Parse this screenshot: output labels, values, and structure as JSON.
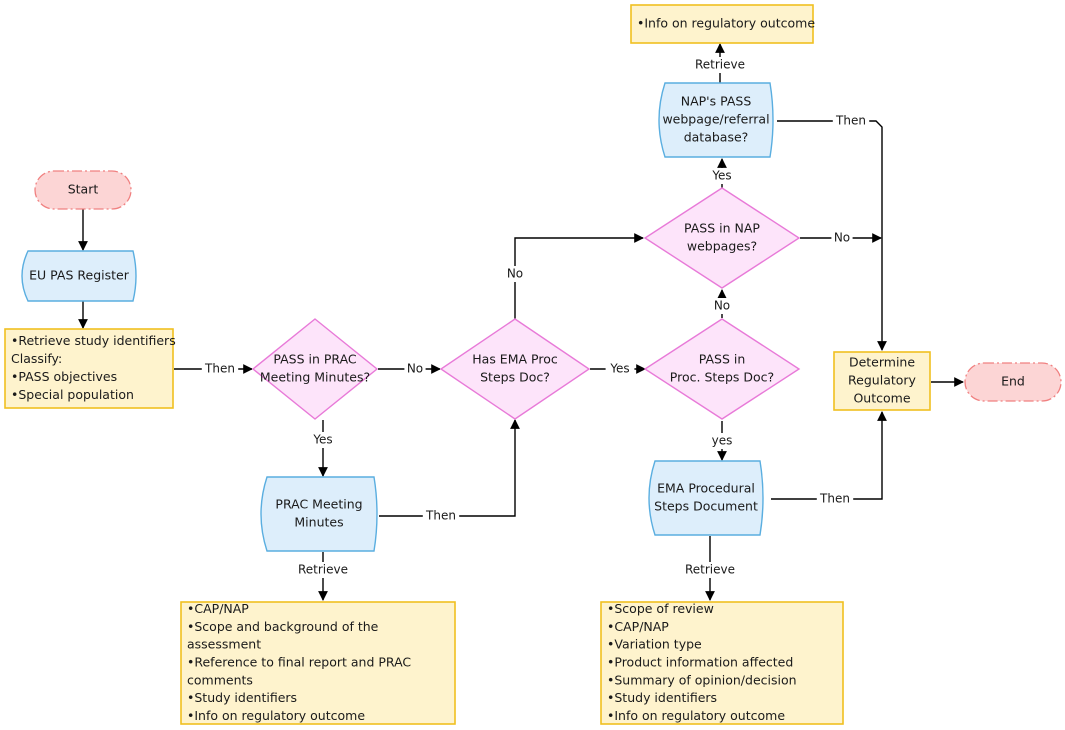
{
  "nodes": {
    "start": {
      "lines": [
        "Start"
      ]
    },
    "eu_pas": {
      "lines": [
        "EU PAS Register"
      ]
    },
    "retrieve_box": {
      "lines": [
        "•Retrieve study identifiers",
        "Classify:",
        "•PASS objectives",
        "•Special population"
      ]
    },
    "pass_prac": {
      "lines": [
        "PASS in PRAC",
        "Meeting Minutes?"
      ]
    },
    "has_ema": {
      "lines": [
        "Has EMA Proc",
        "Steps Doc?"
      ]
    },
    "pass_proc": {
      "lines": [
        "PASS in",
        "Proc. Steps Doc?"
      ]
    },
    "pass_nap": {
      "lines": [
        "PASS in NAP",
        "webpages?"
      ]
    },
    "nap_db": {
      "lines": [
        "NAP's PASS",
        "webpage/referral",
        "database?"
      ]
    },
    "info_top": {
      "lines": [
        "•Info on regulatory outcome"
      ]
    },
    "prac_minutes": {
      "lines": [
        "PRAC Meeting",
        "Minutes"
      ]
    },
    "prac_box": {
      "lines": [
        "•CAP/NAP",
        "•Scope and background of the",
        "assessment",
        "•Reference to final report and PRAC",
        "comments",
        "•Study identifiers",
        "•Info on regulatory outcome"
      ]
    },
    "ema_doc": {
      "lines": [
        "EMA Procedural",
        "Steps Document"
      ]
    },
    "ema_box": {
      "lines": [
        "•Scope of review",
        "•CAP/NAP",
        "•Variation type",
        "•Product information affected",
        "•Summary of opinion/decision",
        "•Study identifiers",
        "•Info on regulatory outcome"
      ]
    },
    "determine": {
      "lines": [
        "Determine",
        "Regulatory",
        "Outcome"
      ]
    },
    "end": {
      "lines": [
        "End"
      ]
    }
  },
  "edges": {
    "then1": "Then",
    "no1": "No",
    "yes_prac": "Yes",
    "retrieve_prac": "Retrieve",
    "then_prac": "Then",
    "yes_ema": "Yes",
    "no_ema": "No",
    "no_proc": "No",
    "yes_proc": "yes",
    "retrieve_ema": "Retrieve",
    "then_ema": "Then",
    "yes_nap": "Yes",
    "retrieve_nap": "Retrieve",
    "then_nap": "Then",
    "no_nap": "No"
  },
  "colors": {
    "terminal_fill": "#fcd5d5",
    "terminal_stroke": "#f08080",
    "doc_fill": "#ddeefb",
    "doc_stroke": "#5aaee0",
    "note_fill": "#fef3cd",
    "note_stroke": "#f0c020",
    "decision_fill": "#fde4fa",
    "decision_stroke": "#e87ad8",
    "edge": "#000000"
  }
}
